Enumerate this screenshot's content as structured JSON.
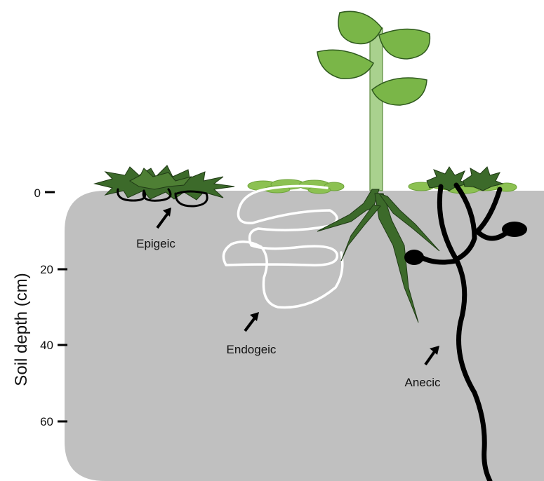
{
  "axis": {
    "label": "Soil depth (cm)",
    "ticks": [
      "0",
      "20",
      "40",
      "60"
    ]
  },
  "groups": {
    "epigeic": "Epigeic",
    "endogeic": "Endogeic",
    "anecic": "Anecic"
  },
  "colors": {
    "soil": "#c0c0c0",
    "leaf_light": "#7ab648",
    "leaf_dark": "#3c6a2a",
    "stem": "#a9d18e",
    "surface_moss": "#8cc152",
    "endogeic_worm": "#ffffff",
    "anecic_worm": "#000000"
  }
}
